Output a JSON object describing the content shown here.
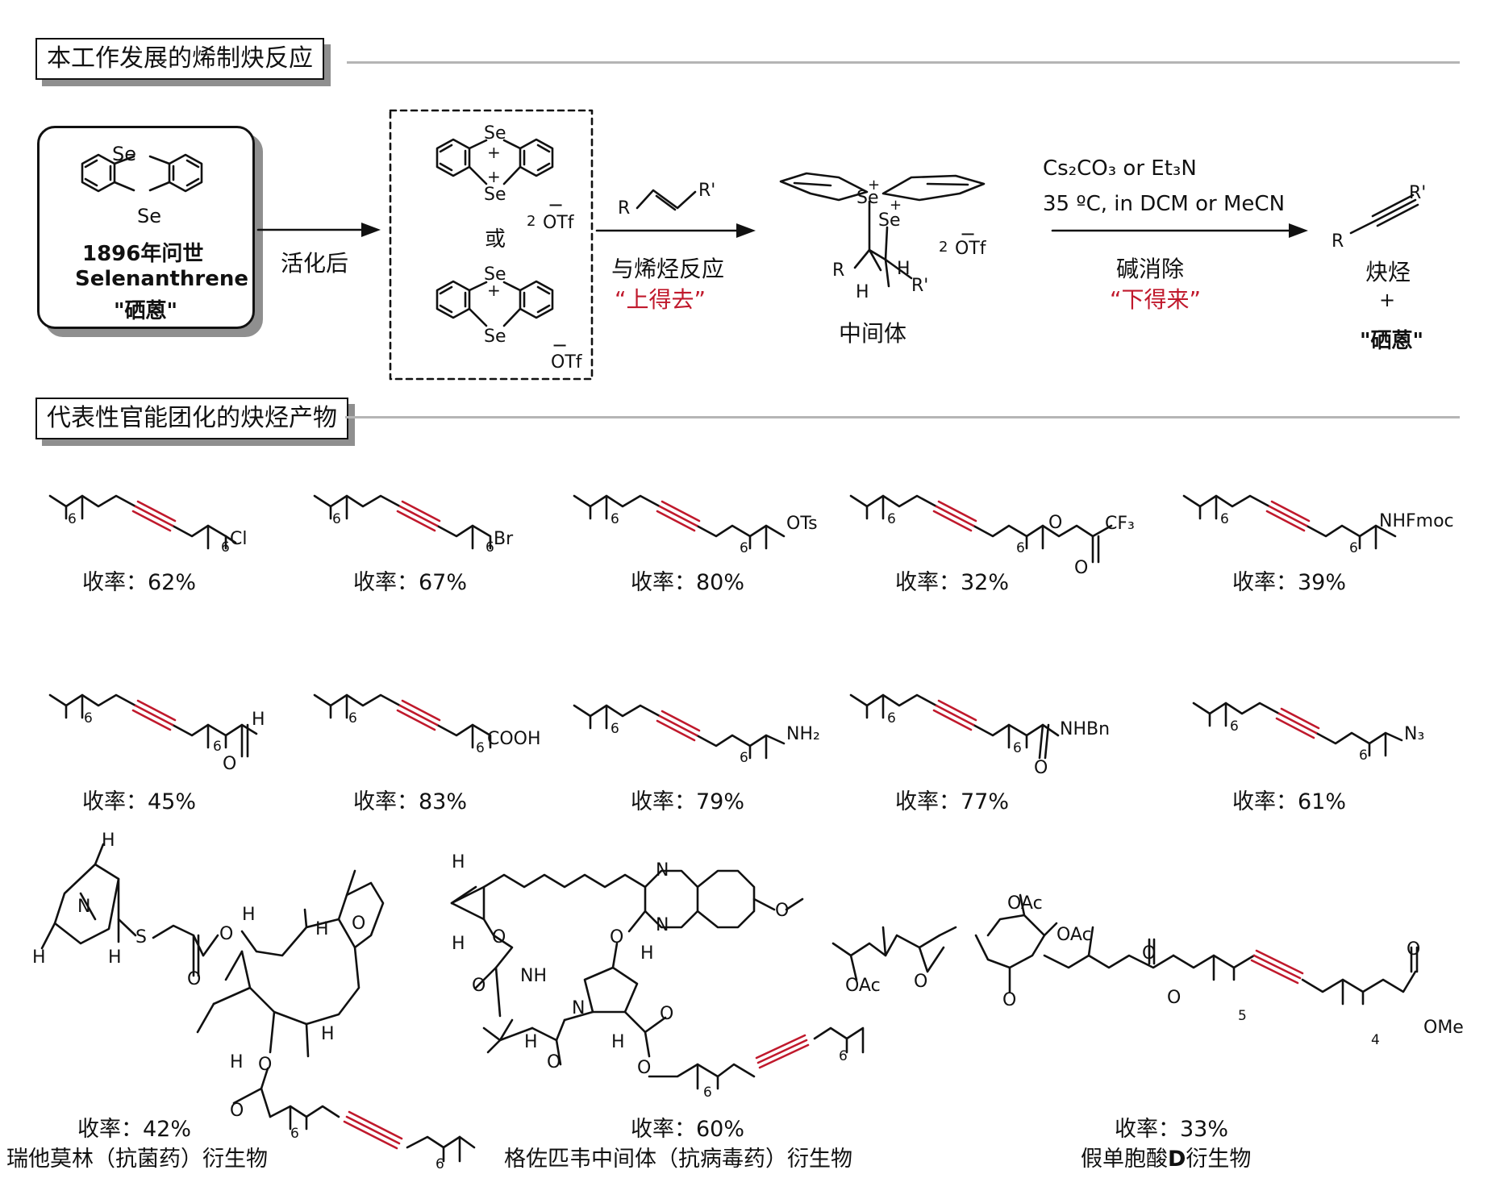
{
  "section1_title": "本工作发展的烯制炔反应",
  "section2_title": "代表性官能团化的炔烃产物",
  "selenanthrene": {
    "line1": "1896年问世",
    "line2": "Selenanthrene",
    "line3": "\"硒蒽\""
  },
  "activation_label": "活化后",
  "or_label": "或",
  "se": "Se",
  "otf": "OTf",
  "otf_count": "2",
  "alkene_step": {
    "label": "与烯烃反应",
    "tag": "“上得去”"
  },
  "intermediate_label": "中间体",
  "elimination_step": {
    "reagent1": "Cs₂CO₃ or Et₃N",
    "reagent2": "35 ºC, in DCM or MeCN",
    "label": "碱消除",
    "tag": "“下得来”"
  },
  "products_label": {
    "alkyne": "炔烃",
    "plus": "+",
    "selenanthrene": "\"硒蒽\""
  },
  "atoms": {
    "R": "R",
    "Rp": "R'",
    "H": "H",
    "plus": "+",
    "minus": "−"
  },
  "compounds": [
    {
      "group": "Cl",
      "n": "6",
      "yield": "收率：62%"
    },
    {
      "group": "Br",
      "n": "6",
      "yield": "收率：67%"
    },
    {
      "group": "OTs",
      "n": "6",
      "yield": "收率：80%"
    },
    {
      "group": "CF₃",
      "n": "6",
      "yield": "收率：32%"
    },
    {
      "group": "NHFmoc",
      "n": "6",
      "yield": "收率：39%"
    },
    {
      "group": "H",
      "n": "6",
      "yield": "收率：45%"
    },
    {
      "group": "COOH",
      "n": "6",
      "yield": "收率：83%"
    },
    {
      "group": "NH₂",
      "n": "6",
      "yield": "收率：79%"
    },
    {
      "group": "NHBn",
      "n": "6",
      "yield": "收率：77%"
    },
    {
      "group": "N₃",
      "n": "6",
      "yield": "收率：61%"
    }
  ],
  "drugs": [
    {
      "yield": "收率：42%",
      "name": "瑞他莫林（抗菌药）衍生物"
    },
    {
      "yield": "收率：60%",
      "name": "格佐匹韦中间体（抗病毒药）衍生物"
    },
    {
      "yield": "收率：33%",
      "name_prefix": "假单胞酸",
      "name_bold": "D",
      "name_suffix": "衍生物"
    }
  ],
  "drug_labels": {
    "S": "S",
    "N": "N",
    "O": "O",
    "NH": "NH",
    "OAc": "OAc",
    "OMe": "OMe",
    "n4": "4",
    "n5": "5",
    "n6": "6"
  },
  "colors": {
    "alkyne": "#c0192c",
    "shadow": "#8f8f8f",
    "rule": "#b5b5b5"
  }
}
